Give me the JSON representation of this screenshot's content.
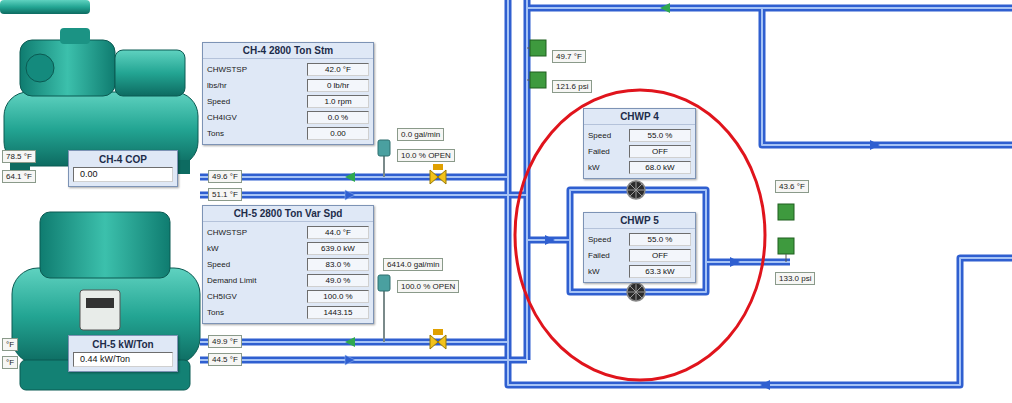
{
  "diagram": {
    "nodes": [
      {
        "text": [
          "49.7 °F"
        ]
      },
      {
        "text": [
          "121.6 psi"
        ]
      },
      {
        "text": [
          "CH-4 2800 Ton Stm",
          "CHWSTSP",
          "42.0 °F",
          "lbs/hr",
          "0 lb/hr",
          "Speed",
          "1.0 rpm",
          "CH4IGV",
          "0.0 %",
          "Tons",
          "0.00"
        ]
      },
      {
        "text": [
          "CHWP 4",
          "Speed",
          "55.0 %",
          "Failed",
          "OFF",
          "kW",
          "68.0 kW"
        ]
      },
      {
        "text": [
          "78.5 °F"
        ]
      },
      {
        "text": [
          "CH-4 COP",
          "0.00"
        ]
      },
      {
        "text": [
          "0.0 gal/min"
        ]
      },
      {
        "text": [
          "10.0 % OPEN"
        ]
      },
      {
        "text": [
          "64.1 °F"
        ]
      },
      {
        "text": [
          "49.6 °F"
        ]
      },
      {
        "text": [
          "43.6 °F"
        ]
      },
      {
        "text": [
          "51.1 °F"
        ]
      },
      {
        "text": [
          "CH-5 2800 Ton Var Spd",
          "CHWSTSP",
          "44.0 °F",
          "kW",
          "639.0 kW",
          "Speed",
          "83.0 %",
          "Demand Limit",
          "49.0 %",
          "CH5IGV",
          "100.0 %",
          "Tons",
          "1443.15"
        ]
      },
      {
        "text": [
          "CHWP 5",
          "Speed",
          "55.0 %",
          "Failed",
          "OFF",
          "kW",
          "63.3 kW"
        ]
      },
      {
        "text": [
          "133.0 psi"
        ]
      },
      {
        "text": [
          "6414.0 gal/min"
        ]
      },
      {
        "text": [
          "100.0 % OPEN"
        ]
      },
      {
        "text": [
          "°F"
        ]
      },
      {
        "text": [
          "CH-5 kW/Ton",
          "0.44 kW/Ton"
        ]
      },
      {
        "text": [
          "49.9 °F"
        ]
      },
      {
        "text": [
          "°F"
        ]
      },
      {
        "text": [
          "44.5 °F"
        ]
      }
    ]
  }
}
